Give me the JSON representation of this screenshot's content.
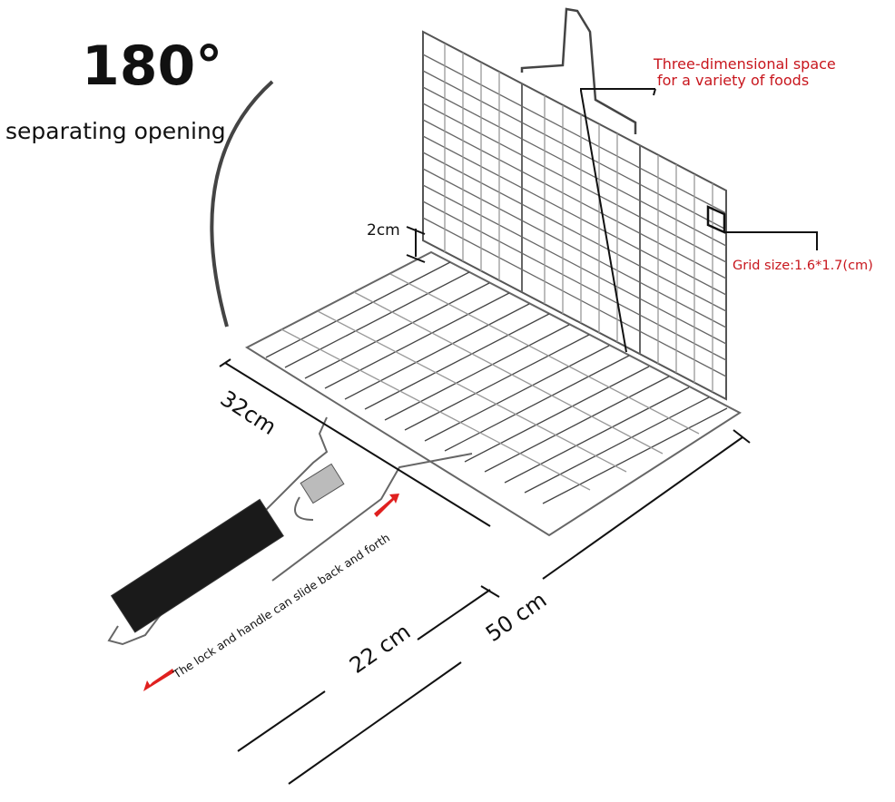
{
  "headline": {
    "angle": "180°",
    "subtitle": "separating opening"
  },
  "callouts": {
    "three_d_line1": "Three-dimensional space",
    "three_d_line2": "for a variety of foods",
    "grid_size": "Grid size:1.6*1.7(cm)",
    "slide_note": "The lock and handle can slide back and forth"
  },
  "dimensions": {
    "depth": "2cm",
    "width": "32cm",
    "handle": "22 cm",
    "length": "50 cm"
  },
  "icons": [
    "rotation-arc-icon",
    "double-arrow-icon"
  ],
  "colors": {
    "accent_red": "#c8161d",
    "text": "#111111",
    "wire": "#555555",
    "handle": "#1a1a1a"
  }
}
